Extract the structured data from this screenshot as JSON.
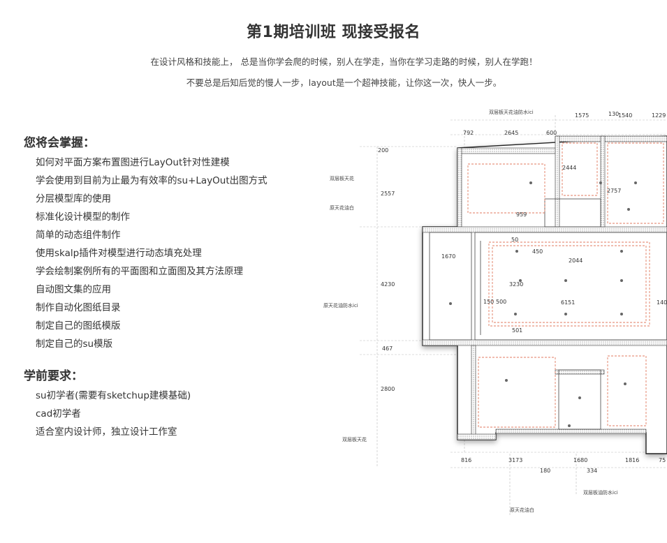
{
  "header": {
    "title": "第1期培训班 现接受报名",
    "line1": "在设计风格和技能上， 总是当你学会爬的时候，别人在学走，当你在学习走路的时候，别人在学跑！",
    "line2": "不要总是后知后觉的慢人一步，layout是一个超神技能，让你这一次，快人一步。"
  },
  "learn": {
    "heading": "您将会掌握：",
    "items": [
      "如何对平面方案布置图进行LayOut针对性建模",
      "学会使用到目前为止最为有效率的su+LayOut出图方式",
      "分层模型库的使用",
      "标准化设计模型的制作",
      "简单的动态组件制作",
      "使用skalp插件对模型进行动态填充处理",
      "学会绘制案例所有的平面图和立面图及其方法原理",
      "自动图文集的应用",
      "制作自动化图纸目录",
      "制定自己的图纸模版",
      "制定自己的su模版"
    ]
  },
  "requirements": {
    "heading": "学前要求：",
    "items": [
      "su初学者(需要有sketchup建模基础)",
      "cad初学者",
      "适合室内设计师，独立设计工作室"
    ]
  },
  "plan": {
    "labels": {
      "top_note": "双层板天花油防水ici",
      "left1": "双层板天花",
      "left2": "原天花油白",
      "left3": "原天花油防水ici",
      "left4": "双层板天花",
      "bottom1": "双层板油防水ici",
      "bottom2": "原天花油白"
    },
    "dims": {
      "t1575": "1575",
      "t130": "130",
      "t1540": "1540",
      "t1229": "1229",
      "t792": "792",
      "t2645": "2645",
      "t600": "600",
      "l200": "200",
      "l2557": "2557",
      "l4230": "4230",
      "l467": "467",
      "l2800": "2800",
      "r2444": "2444",
      "r2757": "2757",
      "r959": "959",
      "r1670": "1670",
      "r50": "50",
      "r450": "450",
      "r2044": "2044",
      "r3230": "3230",
      "r150": "150",
      "r500": "500",
      "r6151": "6151",
      "r501": "501",
      "r140": "140",
      "b816": "816",
      "b3173": "3173",
      "b1680": "1680",
      "b1816": "1816",
      "b75": "75",
      "b180": "180",
      "b334": "334"
    }
  }
}
